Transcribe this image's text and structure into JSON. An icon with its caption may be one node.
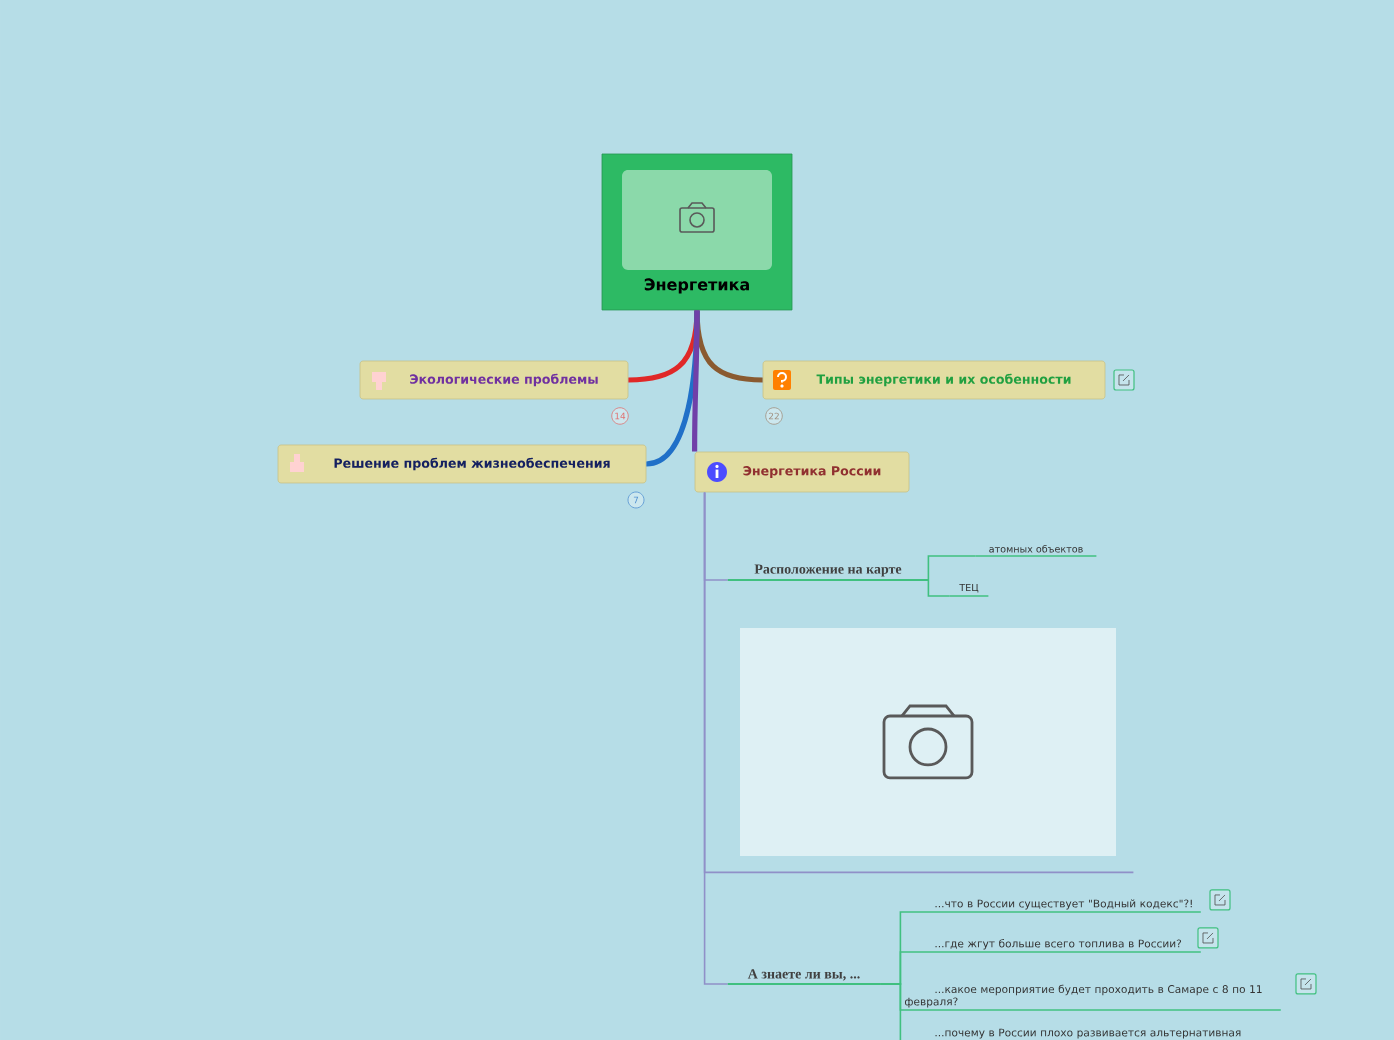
{
  "diagram": {
    "nodes": [
      {
        "text": [
          "Энергетика"
        ]
      },
      {
        "text": [
          "Экологические проблемы"
        ],
        "beside": [
          "14"
        ]
      },
      {
        "text": [
          "Типы энергетики и их особенности"
        ],
        "beside": [
          "22"
        ]
      },
      {
        "text": [
          "Решение проблем жизнеобеспечения"
        ],
        "beside": [
          "7"
        ]
      },
      {
        "text": [
          "Энергетика России"
        ]
      },
      {
        "text": [
          "Расположение на карте"
        ]
      },
      {
        "text": [
          "атомных объектов"
        ]
      },
      {
        "text": [
          "ТЕЦ"
        ]
      },
      {
        "text": [],
        "shape": "picture"
      },
      {
        "text": [
          "А знаете ли вы, ..."
        ]
      },
      {
        "text": [
          "...что в России существует \"Водный кодекс\"?!"
        ]
      },
      {
        "text": [
          "...где жгут больше всего топлива в России?"
        ]
      },
      {
        "text": [
          "...какое мероприятие будет проходить в Самаре с 8 по 11 февраля?"
        ]
      },
      {
        "text": [
          "...почему в России плохо развивается альтернативная"
        ]
      }
    ],
    "edges": [
      {
        "from": 0,
        "to": 1,
        "arrow": "none",
        "style": "thick",
        "color": "#e02828"
      },
      {
        "from": 0,
        "to": 2,
        "arrow": "none",
        "style": "thick",
        "color": "#8a5a30"
      },
      {
        "from": 0,
        "to": 3,
        "arrow": "none",
        "style": "thick",
        "color": "#2070c8"
      },
      {
        "from": 0,
        "to": 4,
        "arrow": "none",
        "style": "thick",
        "color": "#7040a8"
      },
      {
        "from": 4,
        "to": 5,
        "arrow": "none",
        "color": "#9090c8"
      },
      {
        "from": 4,
        "to": 8,
        "arrow": "none",
        "color": "#9090c8"
      },
      {
        "from": 4,
        "to": 9,
        "arrow": "none",
        "color": "#9090c8"
      },
      {
        "from": 5,
        "to": 6,
        "arrow": "none"
      },
      {
        "from": 5,
        "to": 7,
        "arrow": "none"
      },
      {
        "from": 9,
        "to": 10,
        "arrow": "none"
      },
      {
        "from": 9,
        "to": 11,
        "arrow": "none"
      },
      {
        "from": 9,
        "to": 12,
        "arrow": "none"
      },
      {
        "from": 9,
        "to": 13,
        "arrow": "none"
      }
    ]
  }
}
